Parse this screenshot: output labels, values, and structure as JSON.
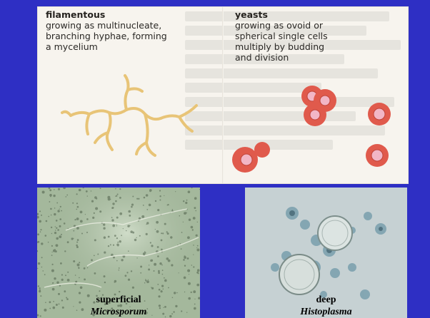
{
  "left_column": {
    "title": "filamentous",
    "description_lines": [
      "growing as multinucleate,",
      "branching hyphae, forming",
      "a mycelium"
    ]
  },
  "right_column": {
    "title": "yeasts",
    "description_lines": [
      "growing as ovoid or",
      "spherical single cells",
      "multiply by budding",
      "and division"
    ]
  },
  "photos": {
    "left": {
      "label": "superficial",
      "genus": "Microsporum"
    },
    "right": {
      "label": "deep",
      "genus": "Histoplasma"
    }
  },
  "colors": {
    "slide_background": "#2e2fc4",
    "hyphae": "#e8c477",
    "yeast_cell": "#e05a4c",
    "yeast_nucleus": "#f2b6c6"
  }
}
